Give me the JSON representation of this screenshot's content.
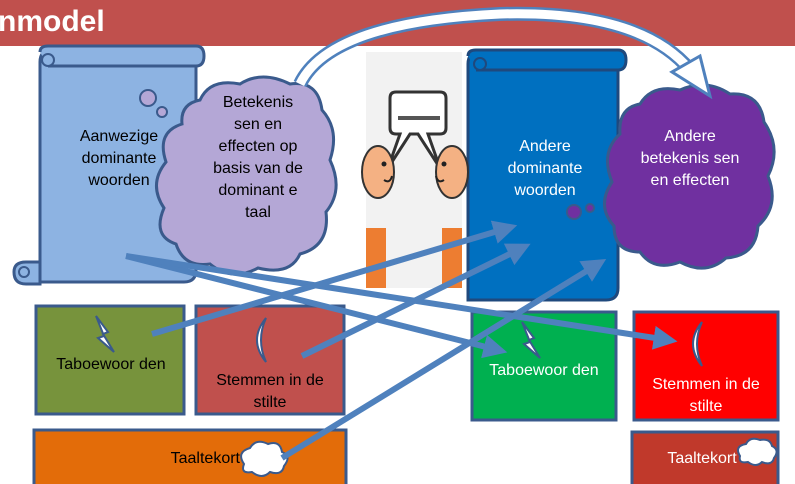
{
  "title": "nmodel",
  "left_scroll_label": "Aanwezige dominante woorden",
  "left_cloud_label": "Betekenis sen en effecten op basis van de dominant e taal",
  "right_scroll_label": "Andere dominante woorden",
  "right_cloud_label": "Andere betekenis sen en effecten",
  "boxes": {
    "taboe_left": "Taboewoor den",
    "stemmen_left": "Stemmen in de stilte",
    "taaltekort_left": "Taaltekort",
    "taboe_right": "Taboewoor den",
    "stemmen_right": "Stemmen in de stilte",
    "taaltekort_right": "Taaltekort"
  },
  "colors": {
    "title_bar": "#c0504d",
    "left_scroll": "#8db3e2",
    "right_scroll": "#0070c0",
    "left_cloud": "#b4a7d6",
    "right_cloud": "#7030a0",
    "taboe_left": "#77933c",
    "stemmen_left": "#c0504d",
    "taaltekort_left": "#e36c09",
    "taboe_right": "#00b050",
    "stemmen_right": "#ff0000",
    "taaltekort_right": "#c0392b",
    "arrows": "#4f81bd"
  },
  "icons": [
    "lightning-icon",
    "crescent-moon-icon",
    "cloud-icon",
    "speech-bubble-people-icon",
    "curved-arrow-icon"
  ]
}
